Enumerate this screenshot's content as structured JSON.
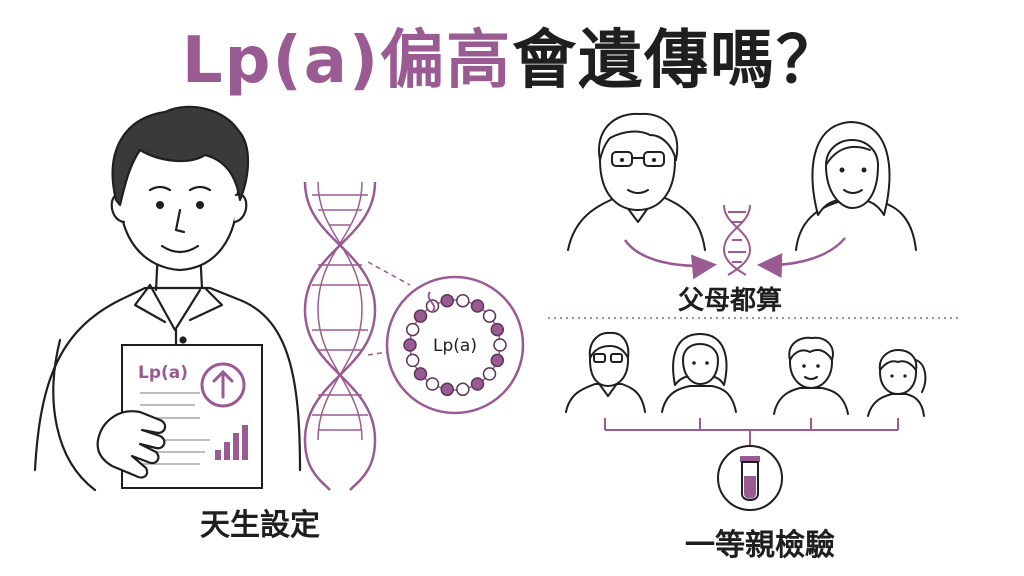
{
  "title": {
    "part1": "Lp(a)偏高",
    "part2": "會遺傳嗎？"
  },
  "left_panel": {
    "report_label": "Lp(a)",
    "lipoprotein_label": "Lp(a)",
    "caption": "天生設定"
  },
  "right_panel": {
    "parents_caption": "父母都算",
    "family_caption": "一等親檢驗"
  },
  "colors": {
    "accent": "#9a5b93",
    "ink": "#1f1f1f",
    "hair": "#3a3a3a"
  },
  "icons": [
    "dna-icon",
    "up-arrow-icon",
    "bar-chart-icon",
    "test-tube-icon",
    "lipoprotein-particle-icon"
  ]
}
